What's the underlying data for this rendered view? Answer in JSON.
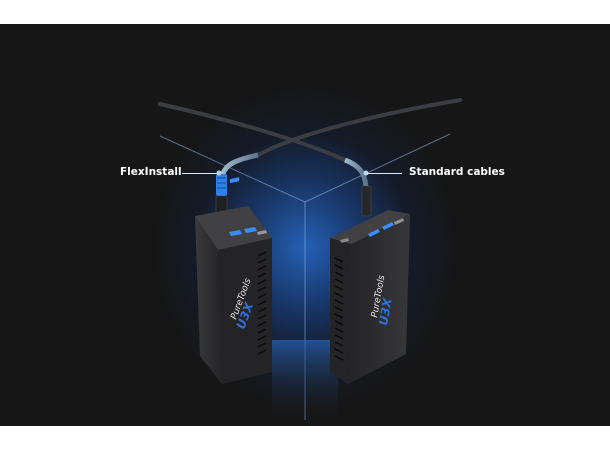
{
  "scene": {
    "description": "Two black PureTools U3X USB 3 extender units standing on a dark background in front of a glowing blue cube, connected by crossing cables",
    "background_color": "#161616",
    "glow_color": "#2a6ed2",
    "frame_color": "#ffffff"
  },
  "callouts": [
    {
      "label": "FlexInstall",
      "points_to": "left device cable with blue connector"
    },
    {
      "label": "Standard cables",
      "points_to": "right device cable"
    }
  ],
  "devices": [
    {
      "brand": "PureTools",
      "model": "U3X",
      "position": "left"
    },
    {
      "brand": "PureTools",
      "model": "U3X",
      "position": "right"
    }
  ],
  "colors": {
    "label_text": "#ffffff",
    "leader_line": "#d8e8f6",
    "device_body": "#2b2b2d",
    "model_accent": "#2f6fd6",
    "usb_port": "#3a8cff",
    "flexinstall_connector": "#2f7fe8"
  }
}
